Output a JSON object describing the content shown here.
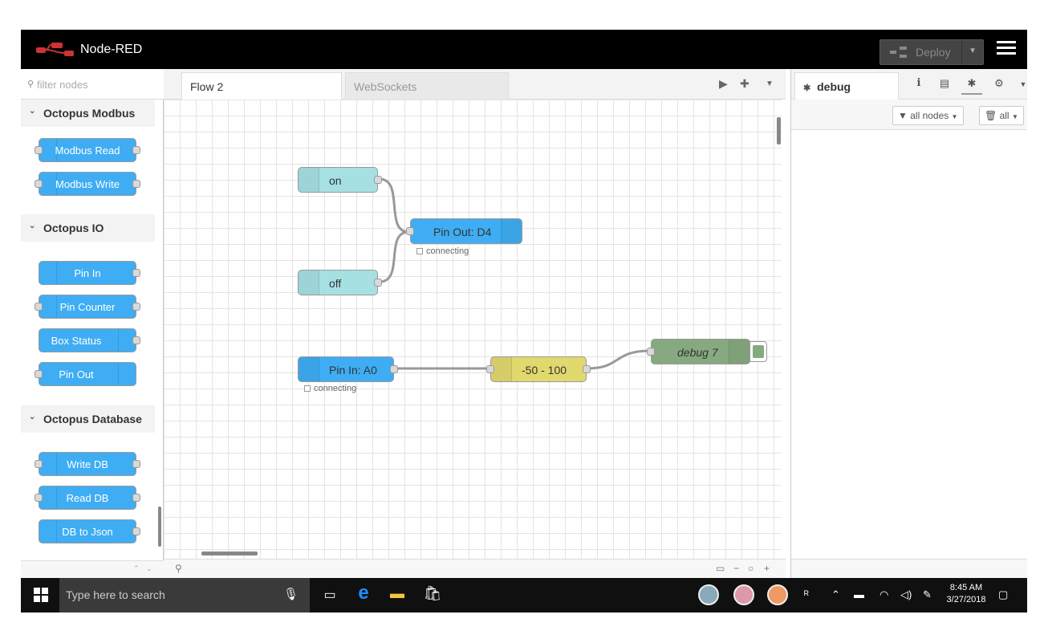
{
  "header": {
    "app_title": "Node-RED",
    "deploy_label": "Deploy",
    "menu_icon": "hamburger-icon"
  },
  "palette": {
    "filter_placeholder": "filter nodes",
    "categories": [
      {
        "name": "Octopus Modbus",
        "nodes": [
          "Modbus Read",
          "Modbus Write"
        ]
      },
      {
        "name": "Octopus IO",
        "nodes": [
          "Pin In",
          "Pin Counter",
          "Box Status",
          "Pin Out"
        ]
      },
      {
        "name": "Octopus Database",
        "nodes": [
          "Write DB",
          "Read DB",
          "DB to Json"
        ]
      }
    ]
  },
  "workspace": {
    "tabs": [
      "Flow 2",
      "WebSockets"
    ],
    "active_tab": "Flow 2",
    "nodes": {
      "on": "on",
      "off": "off",
      "pin_out": "Pin Out: D4",
      "pin_out_status": "connecting",
      "pin_in": "Pin In: A0",
      "pin_in_status": "connecting",
      "range": "-50 - 100",
      "debug": "debug 7"
    },
    "colors": {
      "inject": "#a6e0e3",
      "octopus": "#3fadf3",
      "function": "#e2d96e",
      "debug": "#87a980"
    }
  },
  "sidebar": {
    "tab_label": "debug",
    "filter_nodes_label": "all nodes",
    "clear_label": "all"
  },
  "taskbar": {
    "search_placeholder": "Type here to search",
    "time": "8:45 AM",
    "date": "3/27/2018"
  }
}
